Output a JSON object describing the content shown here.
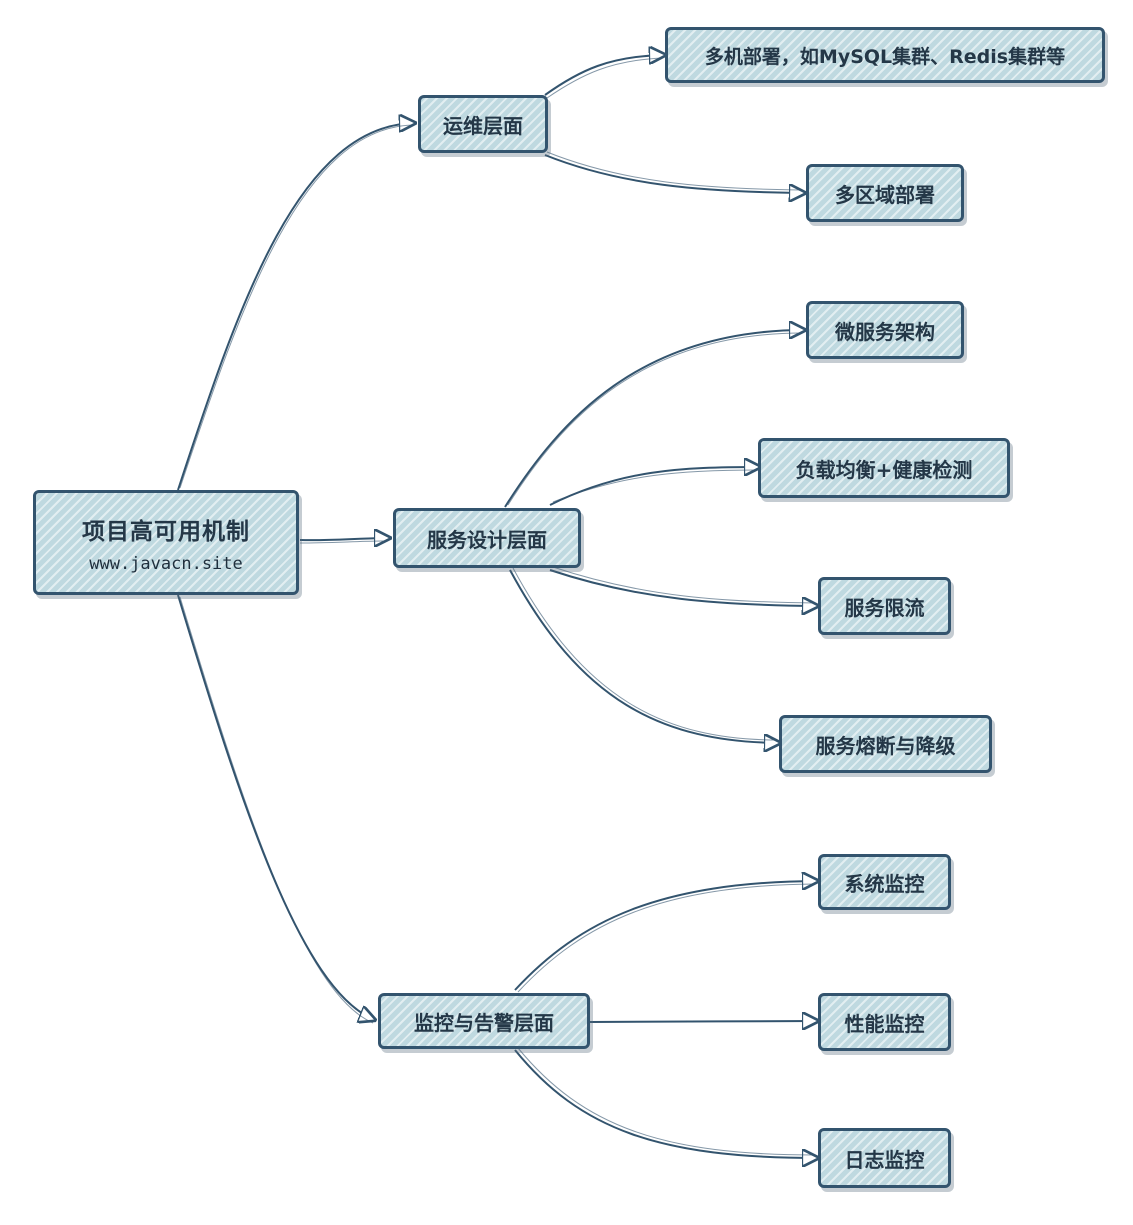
{
  "root": {
    "title": "项目高可用机制",
    "subtitle": "www.javacn.site"
  },
  "branches": [
    {
      "label": "运维层面",
      "children": [
        "多机部署，如MySQL集群、Redis集群等",
        "多区域部署"
      ]
    },
    {
      "label": "服务设计层面",
      "children": [
        "微服务架构",
        "负载均衡+健康检测",
        "服务限流",
        "服务熔断与降级"
      ]
    },
    {
      "label": "监控与告警层面",
      "children": [
        "系统监控",
        "性能监控",
        "日志监控"
      ]
    }
  ],
  "colors": {
    "stroke": "#33546e",
    "fill": "#bfd9e0",
    "text": "#243747"
  }
}
